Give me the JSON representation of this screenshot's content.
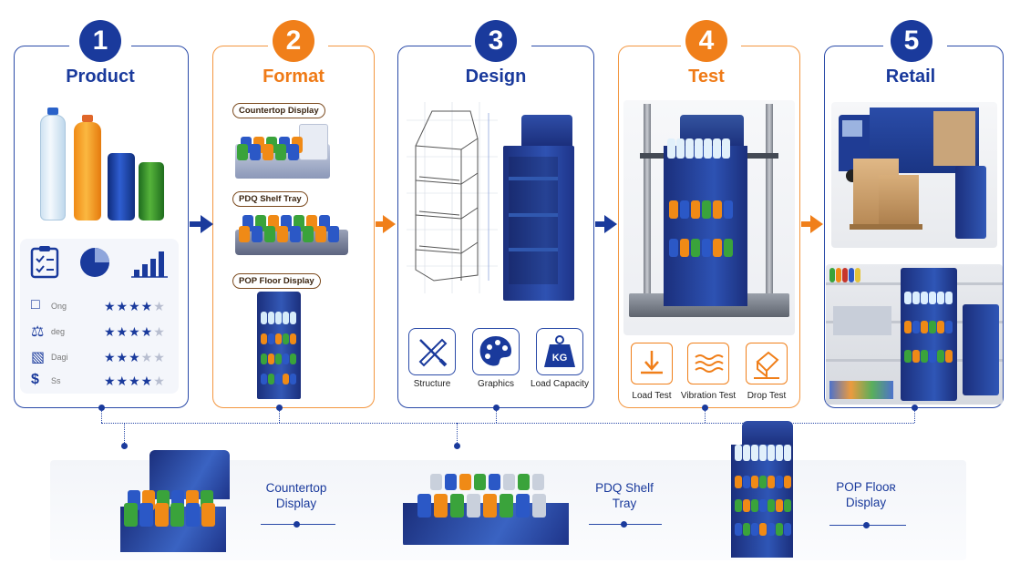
{
  "steps": [
    {
      "number": "1",
      "title": "Product"
    },
    {
      "number": "2",
      "title": "Format"
    },
    {
      "number": "3",
      "title": "Design"
    },
    {
      "number": "4",
      "title": "Test"
    },
    {
      "number": "5",
      "title": "Retail"
    }
  ],
  "product": {
    "stats": [
      {
        "icon": "box-icon",
        "label": "Ong",
        "stars": 4
      },
      {
        "icon": "scale-icon",
        "label": "deg",
        "stars": 4
      },
      {
        "icon": "pallet-icon",
        "label": "Dagi",
        "stars": 3
      },
      {
        "icon": "dollar-icon",
        "label": "Ss",
        "stars": 4
      }
    ]
  },
  "format": {
    "labels": [
      "Countertop Display",
      "PDQ Shelf Tray",
      "POP Floor Display"
    ]
  },
  "design": {
    "icons": [
      {
        "icon": "ruler-pencil-icon",
        "label": "Structure"
      },
      {
        "icon": "palette-icon",
        "label": "Graphics"
      },
      {
        "icon": "weight-icon",
        "label": "Load Capacity",
        "glyph": "KG"
      }
    ]
  },
  "test": {
    "icons": [
      {
        "icon": "load-arrow-icon",
        "label": "Load Test"
      },
      {
        "icon": "vibration-icon",
        "label": "Vibration Test"
      },
      {
        "icon": "drop-box-icon",
        "label": "Drop Test"
      }
    ]
  },
  "bottom": {
    "items": [
      {
        "line1": "Countertop",
        "line2": "Display"
      },
      {
        "line1": "PDQ Shelf",
        "line2": "Tray"
      },
      {
        "line1": "POP Flooʀ",
        "line2": "Display"
      }
    ]
  },
  "colors": {
    "primary_blue": "#1a3a9c",
    "accent_orange": "#f07f1a"
  }
}
